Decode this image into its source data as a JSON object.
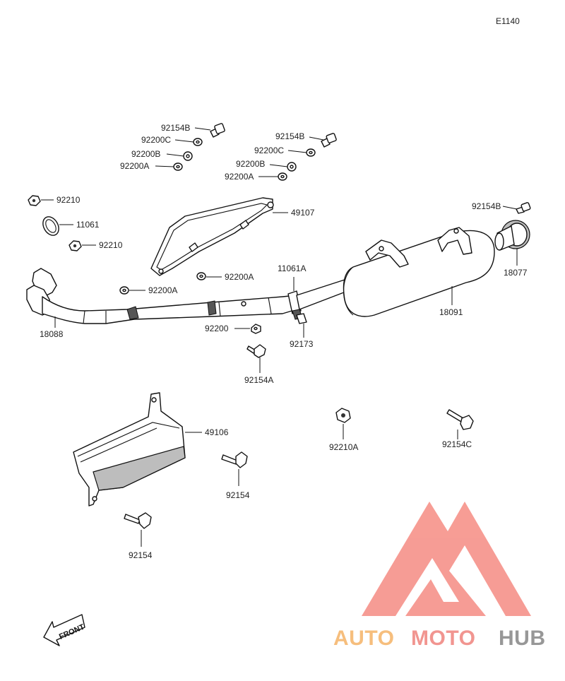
{
  "diagram": {
    "code": "E1140",
    "front_label": "FRONT",
    "labels": {
      "b92154B_a": "92154B",
      "b92200C_a": "92200C",
      "b92200B_a": "92200B",
      "b92200A_a": "92200A",
      "b92154B_b": "92154B",
      "b92200C_b": "92200C",
      "b92200B_b": "92200B",
      "b92200A_b": "92200A",
      "n92210_a": "92210",
      "c11061": "11061",
      "n92210_b": "92210",
      "g49107": "49107",
      "b92154B_c": "92154B",
      "m18077": "18077",
      "c11061A": "11061A",
      "w92200A_c": "92200A",
      "w92200A_d": "92200A",
      "p18088": "18088",
      "m18091": "18091",
      "w92200": "92200",
      "s92173": "92173",
      "b92154A": "92154A",
      "g49106": "49106",
      "n92210A": "92210A",
      "b92154C": "92154C",
      "b92154_a": "92154",
      "b92154_b": "92154"
    }
  },
  "watermark": {
    "part1": "AUTO",
    "part2": "MOTO",
    "part3": "HUB",
    "color_orange": "#f6b870",
    "color_red": "#f08a84",
    "color_gray": "#8c8c8c"
  }
}
